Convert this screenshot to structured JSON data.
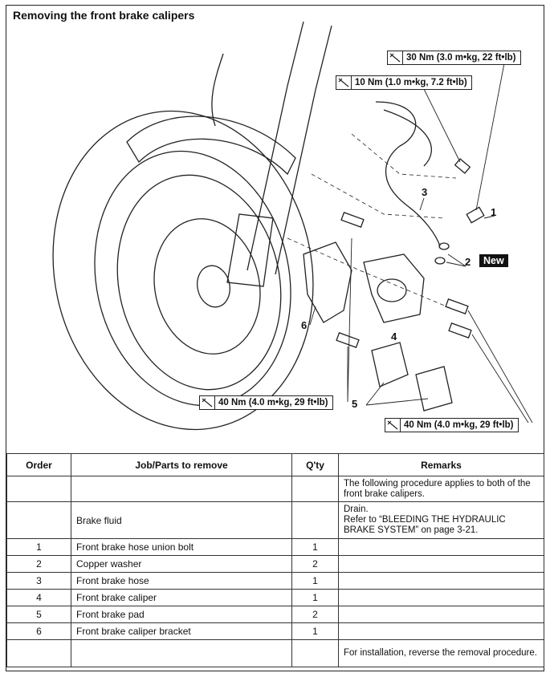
{
  "title": "Removing the front brake calipers",
  "torque_labels": [
    "30 Nm (3.0 m•kg, 22 ft•lb)",
    "10 Nm (1.0 m•kg, 7.2 ft•lb)",
    "40 Nm (4.0 m•kg, 29 ft•lb)",
    "40 Nm (4.0 m•kg, 29 ft•lb)"
  ],
  "callouts": [
    "1",
    "2",
    "3",
    "4",
    "5",
    "6"
  ],
  "new_badge": "New",
  "table": {
    "headers": [
      "Order",
      "Job/Parts to remove",
      "Q'ty",
      "Remarks"
    ],
    "rows": [
      {
        "order": "",
        "part": "",
        "qty": "",
        "remarks": [
          "The following procedure applies to both of the front brake calipers."
        ]
      },
      {
        "order": "",
        "part": "Brake fluid",
        "qty": "",
        "remarks": [
          "Drain.",
          "Refer to “BLEEDING THE HYDRAULIC BRAKE SYSTEM” on page 3-21."
        ]
      },
      {
        "order": "1",
        "part": "Front brake hose union bolt",
        "qty": "1",
        "remarks": []
      },
      {
        "order": "2",
        "part": "Copper washer",
        "qty": "2",
        "remarks": []
      },
      {
        "order": "3",
        "part": "Front brake hose",
        "qty": "1",
        "remarks": []
      },
      {
        "order": "4",
        "part": "Front brake caliper",
        "qty": "1",
        "remarks": []
      },
      {
        "order": "5",
        "part": "Front brake pad",
        "qty": "2",
        "remarks": []
      },
      {
        "order": "6",
        "part": "Front brake caliper bracket",
        "qty": "1",
        "remarks": []
      },
      {
        "order": "",
        "part": "",
        "qty": "",
        "remarks": [
          "For installation, reverse the removal procedure."
        ]
      }
    ]
  }
}
